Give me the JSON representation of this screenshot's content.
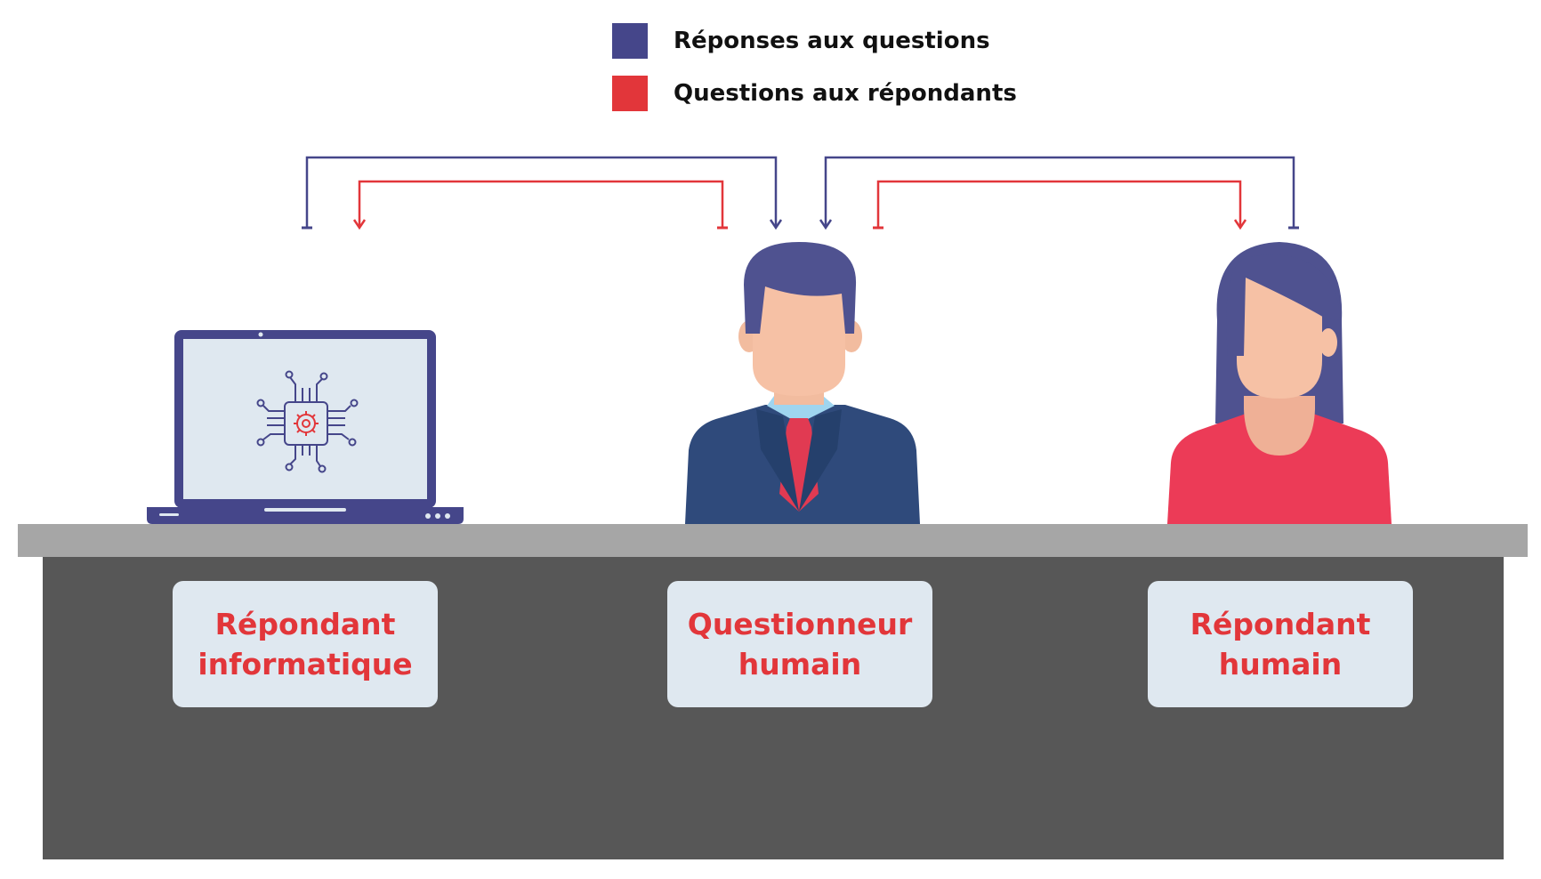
{
  "legend": [
    {
      "label": "Réponses aux questions",
      "color": "#45468a"
    },
    {
      "label": "Questions aux répondants",
      "color": "#e2363a"
    }
  ],
  "roles": [
    {
      "line1": "Répondant",
      "line2": "informatique",
      "figure": "laptop-icon"
    },
    {
      "line1": "Questionneur",
      "line2": "humain",
      "figure": "man-avatar"
    },
    {
      "line1": "Répondant",
      "line2": "humain",
      "figure": "woman-avatar"
    }
  ],
  "colors": {
    "answers": "#45468a",
    "questions": "#e2363a",
    "desk_top": "#a6a6a6",
    "desk_body": "#575757",
    "label_bg": "#dfe8f0",
    "label_text": "#e2363a"
  }
}
